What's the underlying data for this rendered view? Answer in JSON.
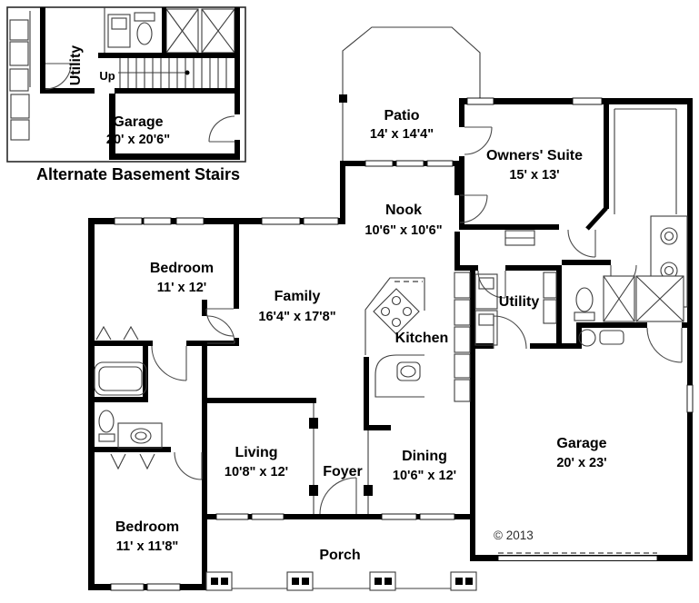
{
  "inset": {
    "utility_label": "Utility",
    "up_label": "Up",
    "garage": {
      "name": "Garage",
      "dims": "20' x 20'6\""
    },
    "caption": "Alternate Basement Stairs"
  },
  "rooms": {
    "patio": {
      "name": "Patio",
      "dims": "14' x 14'4\""
    },
    "owners_suite": {
      "name": "Owners' Suite",
      "dims": "15' x 13'"
    },
    "nook": {
      "name": "Nook",
      "dims": "10'6\" x 10'6\""
    },
    "bedroom1": {
      "name": "Bedroom",
      "dims": "11' x 12'"
    },
    "family": {
      "name": "Family",
      "dims": "16'4\" x 17'8\""
    },
    "kitchen": {
      "name": "Kitchen"
    },
    "utility": {
      "name": "Utility"
    },
    "living": {
      "name": "Living",
      "dims": "10'8\" x 12'"
    },
    "foyer": {
      "name": "Foyer"
    },
    "dining": {
      "name": "Dining",
      "dims": "10'6\" x 12'"
    },
    "garage": {
      "name": "Garage",
      "dims": "20' x 23'"
    },
    "bedroom2": {
      "name": "Bedroom",
      "dims": "11' x 11'8\""
    },
    "porch": {
      "name": "Porch"
    }
  },
  "copyright": "© 2013",
  "colors": {
    "wall": "#000000",
    "thin_line": "#3d3d3d",
    "background": "#ffffff",
    "text": "#000000"
  }
}
